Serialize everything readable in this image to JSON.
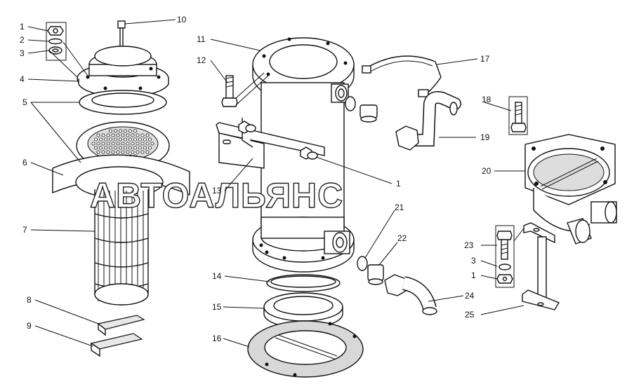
{
  "watermark": "АВТОАЛЬЯНС",
  "callouts": {
    "c1a": "1",
    "c2": "2",
    "c3a": "3",
    "c4": "4",
    "c5": "5",
    "c6": "6",
    "c7": "7",
    "c8": "8",
    "c9": "9",
    "c10": "10",
    "c11": "11",
    "c12": "12",
    "c13": "13",
    "c14": "14",
    "c15": "15",
    "c16": "16",
    "c17": "17",
    "c18": "18",
    "c19": "19",
    "c20": "20",
    "c1b": "1",
    "c21": "21",
    "c22": "22",
    "c23": "23",
    "c3b": "3",
    "c1c": "1",
    "c24": "24",
    "c25": "25"
  }
}
